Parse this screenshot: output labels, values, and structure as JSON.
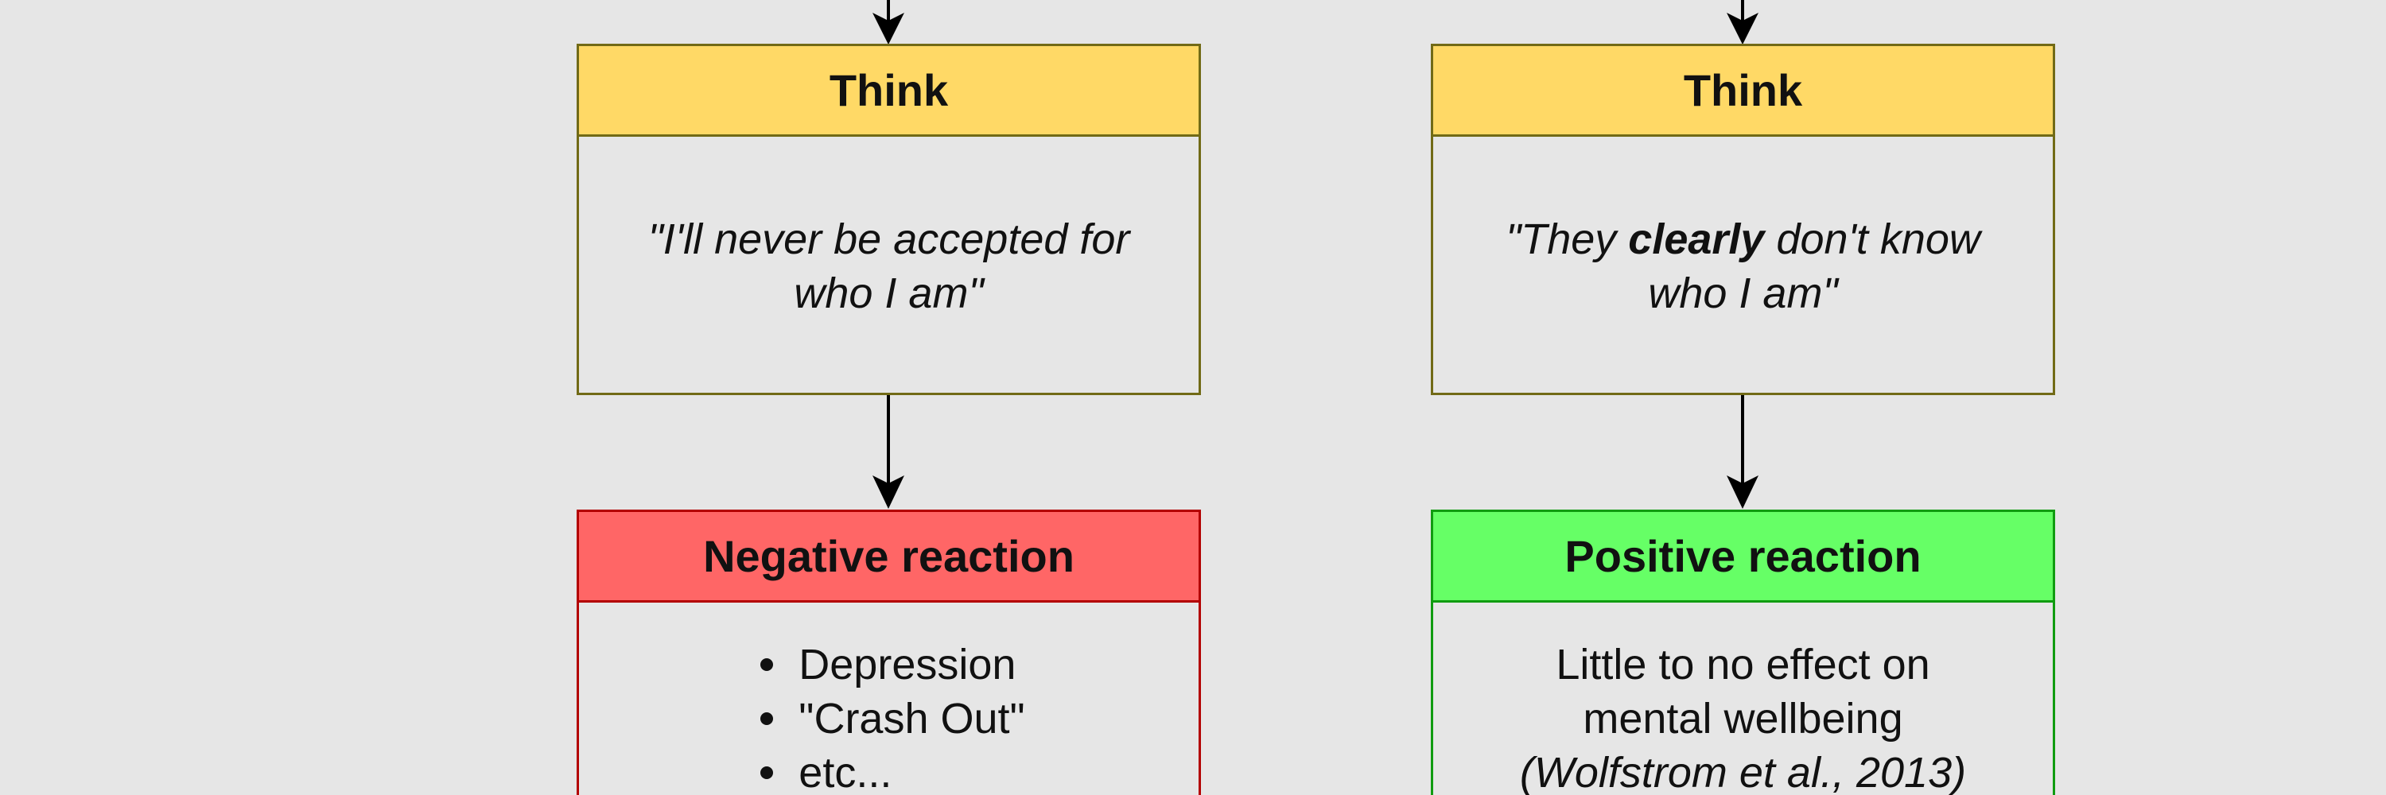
{
  "left_column": {
    "think": {
      "header": "Think",
      "quote": "\"I'll never be accepted for who I am\""
    },
    "reaction": {
      "header": "Negative reaction",
      "items": [
        "Depression",
        "\"Crash Out\"",
        "etc..."
      ]
    }
  },
  "right_column": {
    "think": {
      "header": "Think",
      "quote_before": "\"They ",
      "quote_emphasis": "clearly",
      "quote_after": " don't know who I am\""
    },
    "reaction": {
      "header": "Positive reaction",
      "line1": "Little to no effect on",
      "line2": "mental wellbeing",
      "citation": "(Wolfstrom et al., 2013)"
    }
  },
  "colors": {
    "background": "#e6e6e6",
    "think_fill": "#ffd966",
    "think_stroke": "#716a16",
    "negative_fill": "#ff6666",
    "negative_stroke": "#b30000",
    "positive_fill": "#66ff66",
    "positive_stroke": "#109c10",
    "arrow": "#000000"
  }
}
